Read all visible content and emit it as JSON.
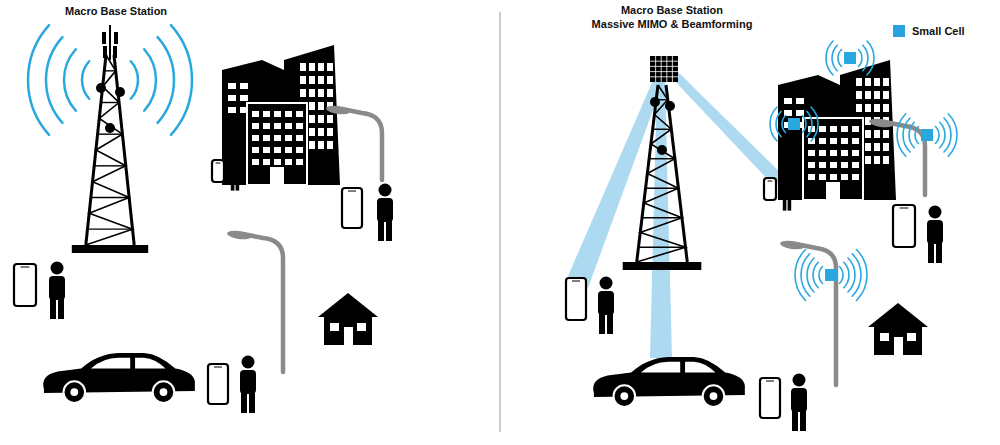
{
  "diagram": {
    "labels": [
      "Macro Base Station",
      "Macro Base Station",
      "Massive MIMO & Beamforming"
    ],
    "legend": [
      {
        "text": "Small Cell",
        "color": "#29a3dd"
      }
    ]
  }
}
